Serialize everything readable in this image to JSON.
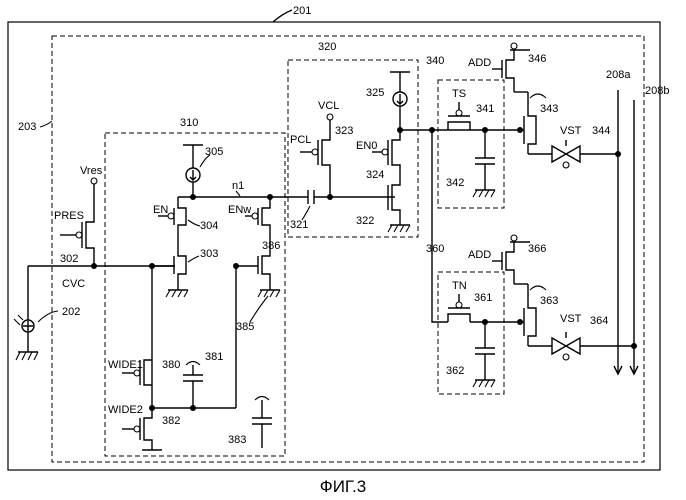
{
  "caption": "ФИГ.3",
  "refs": {
    "r201": "201",
    "r202": "202",
    "r203": "203",
    "r302": "302",
    "r303": "303",
    "r304": "304",
    "r305": "305",
    "r310": "310",
    "r320": "320",
    "r321": "321",
    "r322": "322",
    "r323": "323",
    "r324": "324",
    "r325": "325",
    "r340": "340",
    "r341": "341",
    "r342": "342",
    "r343": "343",
    "r344": "344",
    "r346": "346",
    "r360": "360",
    "r361": "361",
    "r362": "362",
    "r363": "363",
    "r364": "364",
    "r366": "366",
    "r380": "380",
    "r381": "381",
    "r382": "382",
    "r383": "383",
    "r385": "385",
    "r386": "386",
    "r208a": "208a",
    "r208b": "208b"
  },
  "signals": {
    "vres": "Vres",
    "pres": "PRES",
    "cvc": "CVC",
    "en": "EN",
    "enw": "ENw",
    "n1": "n1",
    "vcl": "VCL",
    "pcl": "PCL",
    "en0": "EN0",
    "ts": "TS",
    "tn": "TN",
    "add_top": "ADD",
    "add_bot": "ADD",
    "vst_top": "VST",
    "vst_bot": "VST",
    "wide1": "WIDE1",
    "wide2": "WIDE2"
  }
}
